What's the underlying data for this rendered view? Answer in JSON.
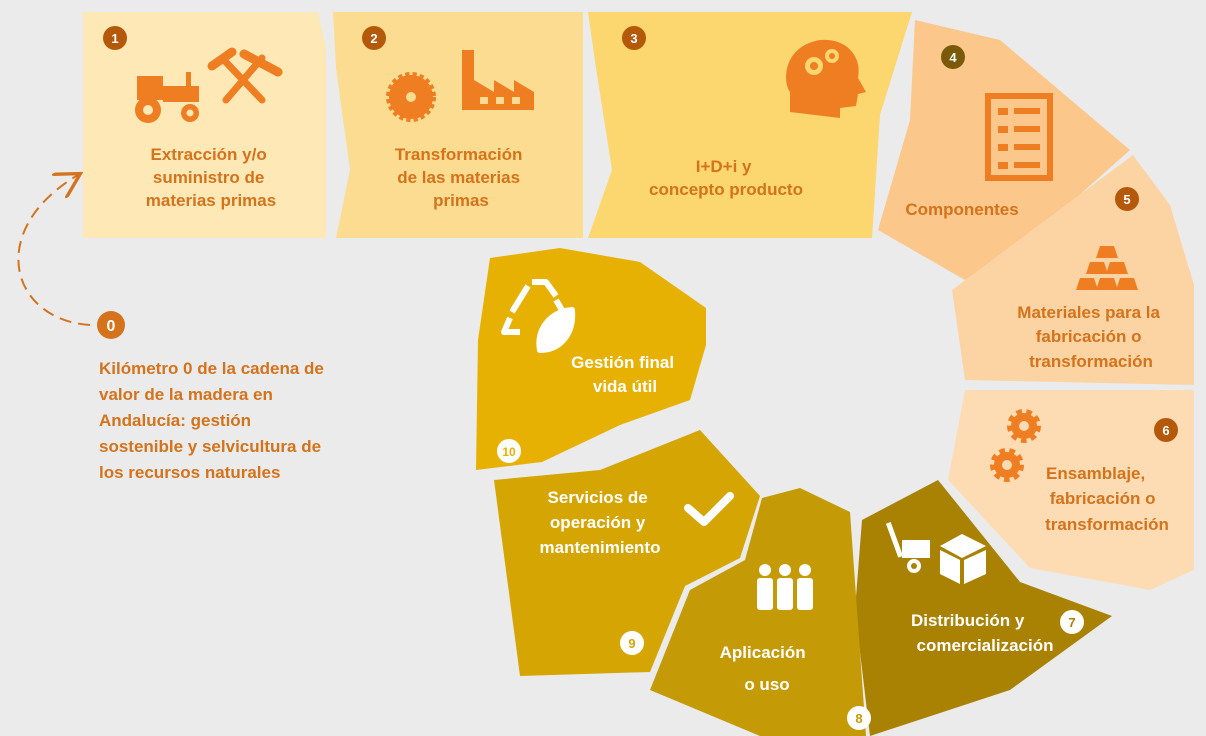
{
  "intro": {
    "badge": "0",
    "lines": [
      "Kilómetro 0 de la cadena de",
      "valor de la madera en",
      "Andalucía: gestión",
      "sostenible y selvicultura de",
      "los recursos naturales"
    ]
  },
  "colors": {
    "background": "#ebebeb",
    "accent_orange": "#d4731c",
    "badge_dark": "#b4580a",
    "stage_fill": [
      "#fde8b6",
      "#fcdc90",
      "#fcd66e",
      "#fcc78a",
      "#fcd4a4",
      "#fddcb4",
      "#a98204",
      "#c49a06",
      "#d5a504",
      "#e7b103"
    ]
  },
  "stages": [
    {
      "num": "1",
      "lines": [
        "Extracción y/o",
        "suministro de",
        "materias primas"
      ],
      "icons": [
        "tractor-icon",
        "hammer-pick-icon"
      ]
    },
    {
      "num": "2",
      "lines": [
        "Transformación",
        "de las materias",
        "primas"
      ],
      "icons": [
        "saw-blade-icon",
        "factory-icon"
      ]
    },
    {
      "num": "3",
      "lines": [
        "I+D+i  y",
        "concepto producto"
      ],
      "icons": [
        "head-gears-icon"
      ]
    },
    {
      "num": "4",
      "lines": [
        "Componentes"
      ],
      "icons": [
        "checklist-icon"
      ]
    },
    {
      "num": "5",
      "lines": [
        "Materiales para la",
        "fabricación o",
        "transformación"
      ],
      "icons": [
        "stacked-bars-icon"
      ]
    },
    {
      "num": "6",
      "lines": [
        "Ensamblaje,",
        "fabricación o",
        "transformación"
      ],
      "icons": [
        "gears-icon"
      ]
    },
    {
      "num": "7",
      "lines": [
        "Distribución y",
        "comercialización"
      ],
      "icons": [
        "hand-truck-icon",
        "box-icon"
      ]
    },
    {
      "num": "8",
      "lines": [
        "Aplicación",
        "o uso"
      ],
      "icons": [
        "people-icon"
      ]
    },
    {
      "num": "9",
      "lines": [
        "Servicios de",
        "operación y",
        "mantenimiento"
      ],
      "icons": [
        "checkmark-icon"
      ]
    },
    {
      "num": "10",
      "lines": [
        "Gestión final",
        "vida útil"
      ],
      "icons": [
        "recycle-leaf-icon"
      ]
    }
  ]
}
